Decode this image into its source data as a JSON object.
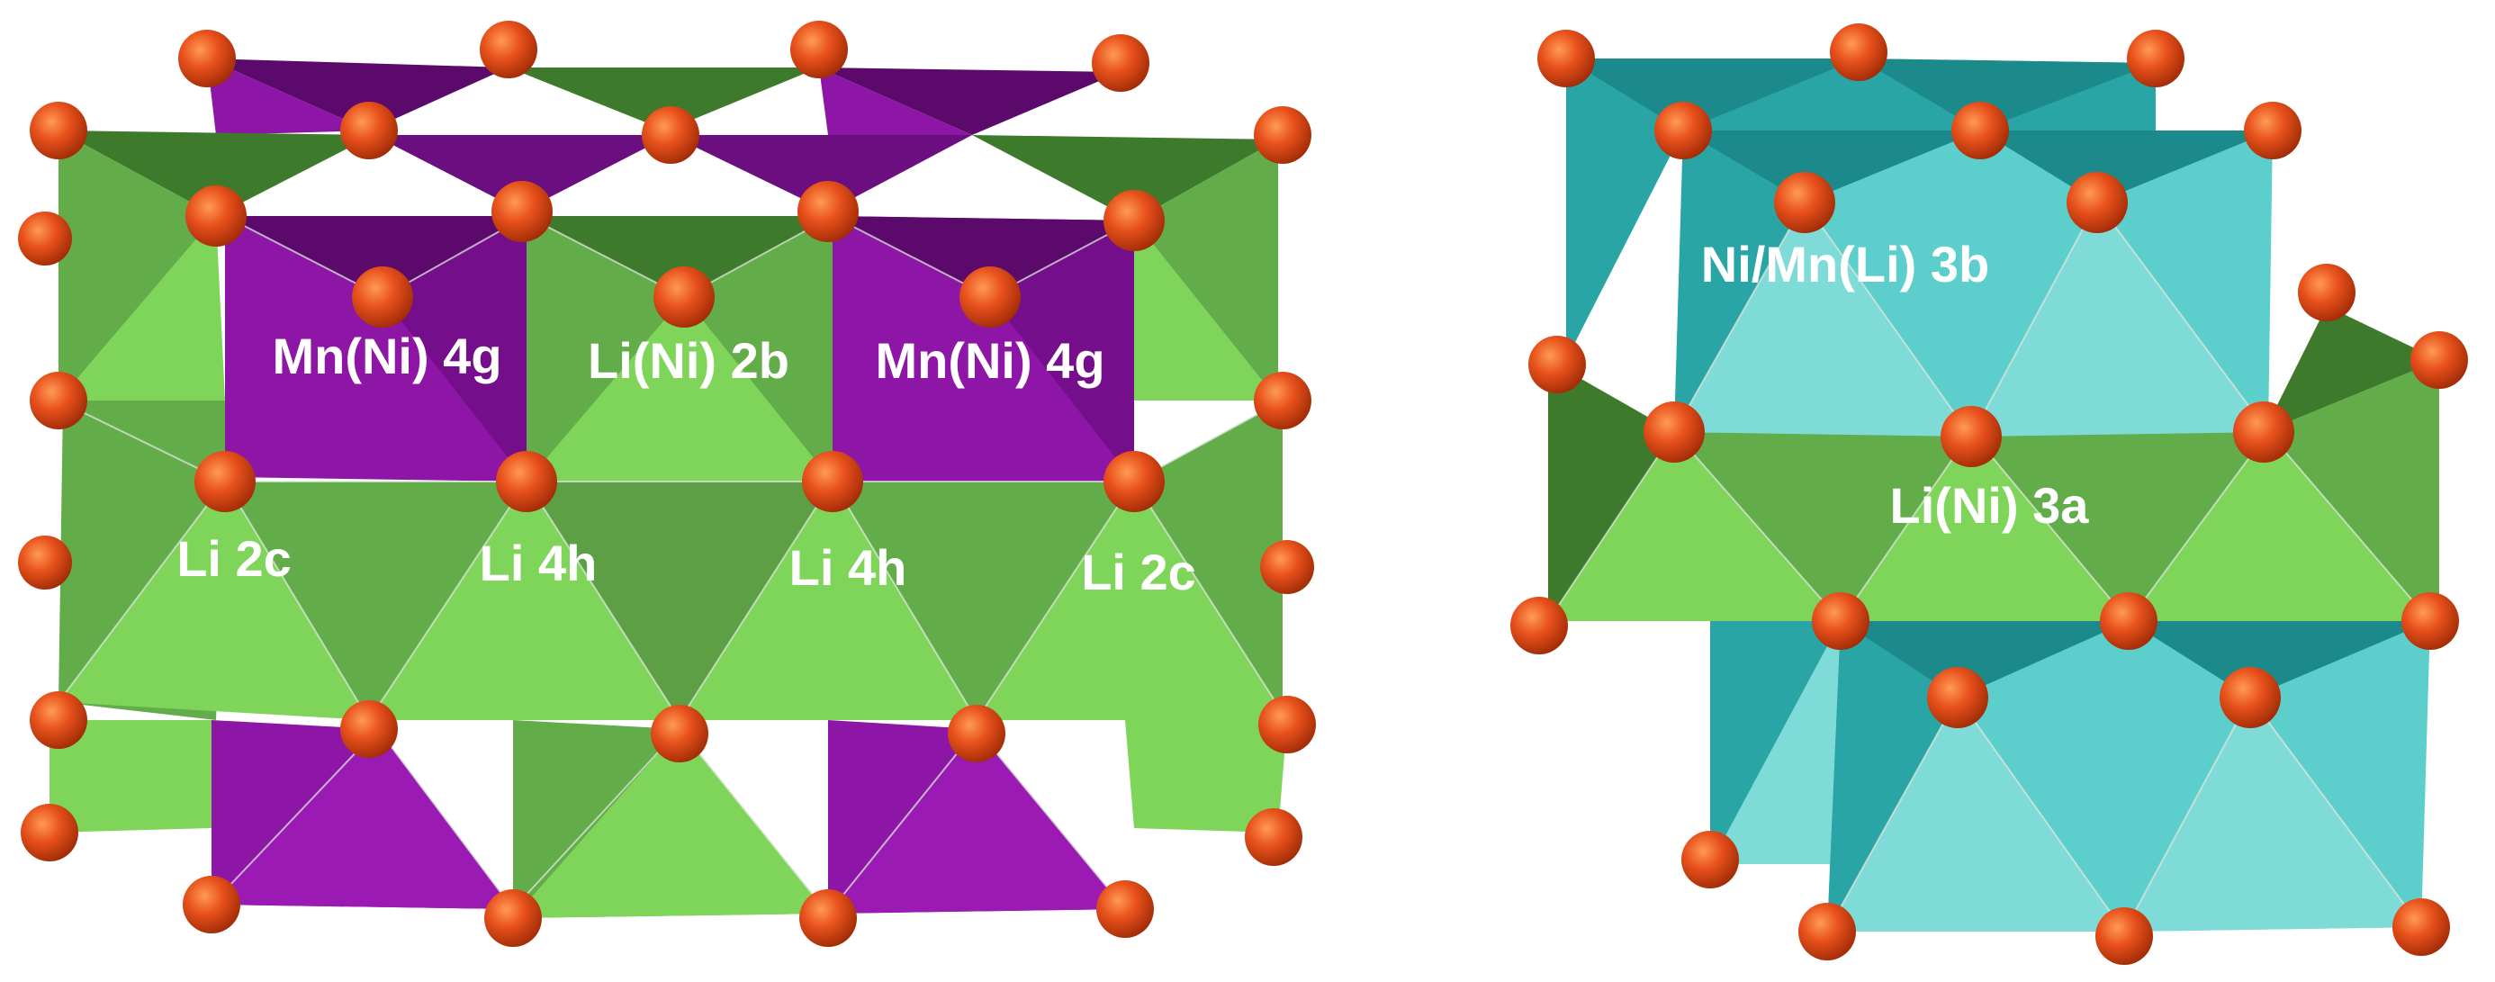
{
  "colors": {
    "green_light": "#7fd45a",
    "green_mid": "#63ac4a",
    "green_dark": "#3e7a2c",
    "purple": "#8e16a6",
    "purple_dark": "#5b0a6c",
    "teal_light": "#7fdbd8",
    "teal_mid": "#5ccfcc",
    "teal_dark": "#1c8a8a",
    "oxygen": "#e8511c"
  },
  "left_structure": {
    "labels": {
      "mn_ni_4g_left": "Mn(Ni) 4g",
      "li_ni_2b": "Li(Ni) 2b",
      "mn_ni_4g_right": "Mn(Ni) 4g",
      "li_2c_left": "Li 2c",
      "li_4h_left": "Li 4h",
      "li_4h_right": "Li 4h",
      "li_2c_right": "Li 2c"
    }
  },
  "right_structure": {
    "labels": {
      "ni_mn_li_3b": "Ni/Mn(Li) 3b",
      "li_ni_3a": "Li(Ni) 3a"
    }
  }
}
